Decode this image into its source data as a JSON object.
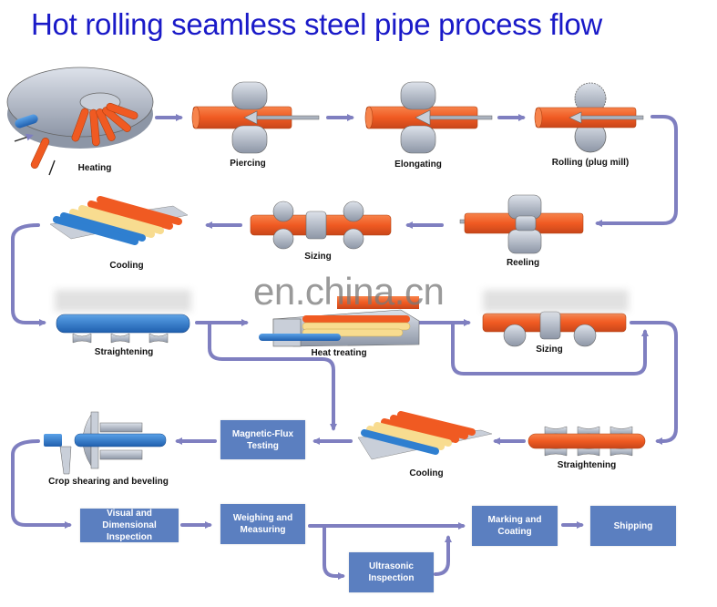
{
  "title": "Hot rolling seamless steel pipe process flow",
  "watermark": "en.china.cn",
  "colors": {
    "title": "#1a1ac8",
    "arrow": "#7f7fc0",
    "box": "#5b7fc0",
    "hot_pipe": "#f05a22",
    "cool_pipe": "#2f7fd0",
    "warm_pipe": "#f8dc90",
    "roller": "#b8c0cc"
  },
  "steps": {
    "heating": "Heating",
    "piercing": "Piercing",
    "elongating": "Elongating",
    "rolling": "Rolling (plug mill)",
    "reeling": "Reeling",
    "sizing1": "Sizing",
    "cooling1": "Cooling",
    "straightening1": "Straightening",
    "heat_treating": "Heat treating",
    "sizing2": "Sizing",
    "straightening2": "Straightening",
    "cooling2": "Cooling",
    "crop": "Crop shearing and beveling"
  },
  "boxes": {
    "magnetic": [
      "Magnetic-Flux",
      "Testing"
    ],
    "visual": [
      "Visual and",
      "Dimensional Inspection"
    ],
    "weighing": [
      "Weighing and",
      "Measuring"
    ],
    "ultrasonic": [
      "Ultrasonic",
      "Inspection"
    ],
    "marking": [
      "Marking and",
      "Coating"
    ],
    "shipping": [
      "Shipping"
    ]
  }
}
